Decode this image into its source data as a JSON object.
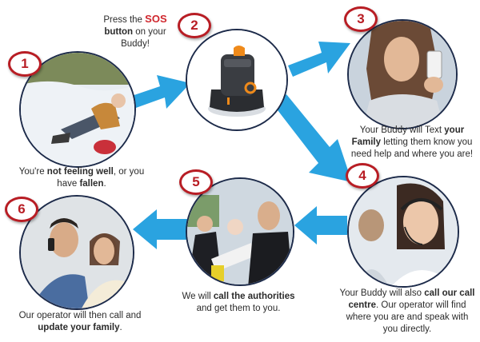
{
  "steps": [
    {
      "number": "1",
      "caption_parts": [
        "You're ",
        "not feeling well",
        ", or you have ",
        "fallen",
        "."
      ]
    },
    {
      "number": "2",
      "caption_parts": [
        "Press the ",
        "SOS",
        " ",
        "button",
        " on your Buddy!"
      ]
    },
    {
      "number": "3",
      "caption_parts": [
        "Your Buddy will Text ",
        "your Family",
        " letting them know you need help and where you are!"
      ]
    },
    {
      "number": "4",
      "caption_parts": [
        "Your Buddy will also ",
        "call our call centre",
        ". Our operator will find where you are and speak with you directly."
      ]
    },
    {
      "number": "5",
      "caption_parts": [
        "We will ",
        "call the authorities",
        " and get them to you."
      ]
    },
    {
      "number": "6",
      "caption_parts": [
        "Our operator will then call and ",
        "update your family",
        "."
      ]
    }
  ],
  "colors": {
    "arrow": "#2aa3e0",
    "badge": "#b81d24",
    "accent": "#d0262d"
  }
}
